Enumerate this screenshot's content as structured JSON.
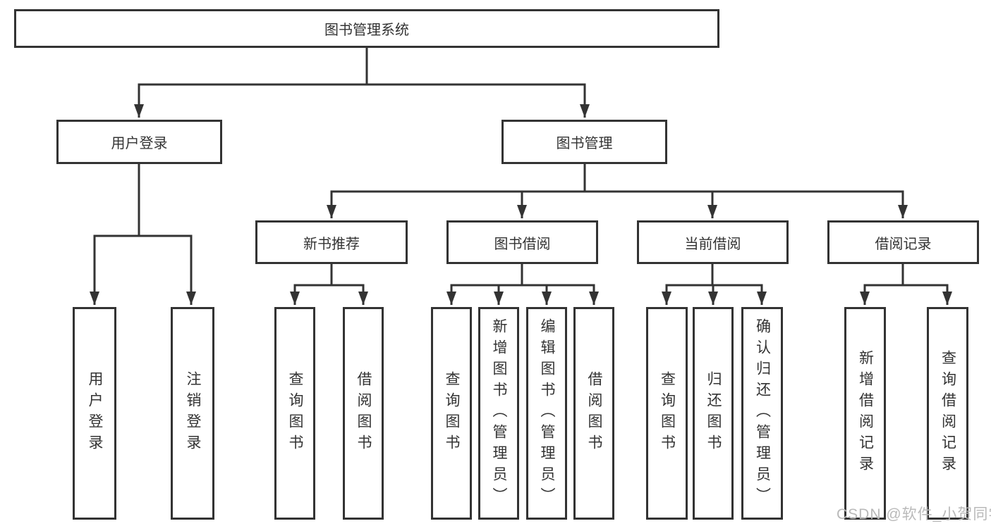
{
  "tree": {
    "root": "图书管理系统",
    "branches": [
      {
        "label": "用户登录",
        "leaves": [
          "用户登录",
          "注销登录"
        ]
      },
      {
        "label": "图书管理",
        "groups": [
          {
            "label": "新书推荐",
            "leaves": [
              "查询图书",
              "借阅图书"
            ]
          },
          {
            "label": "图书借阅",
            "leaves": [
              "查询图书",
              "新增图书（管理员）",
              "编辑图书（管理员）",
              "借阅图书"
            ]
          },
          {
            "label": "当前借阅",
            "leaves": [
              "查询图书",
              "归还图书",
              "确认归还（管理员）"
            ]
          },
          {
            "label": "借阅记录",
            "leaves": [
              "新增借阅记录",
              "查询借阅记录"
            ]
          }
        ]
      }
    ]
  },
  "watermark": "CSDN @软件_小贺同学",
  "colors": {
    "line": "#333333",
    "text": "#333333",
    "watermark": "#b9b9b9",
    "background": "#ffffff"
  }
}
